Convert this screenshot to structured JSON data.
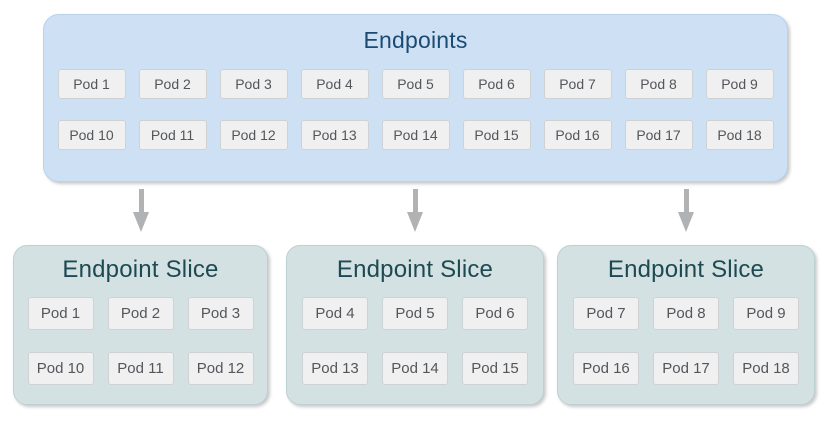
{
  "colors": {
    "background": "#ffffff",
    "endpoints_fill": "#cee1f4",
    "endpoints_title_text": "#1b4a73",
    "slice_fill": "#d3e1e3",
    "slice_title_text": "#1d4a52",
    "pod_fill": "#f0f0f1",
    "pod_border": "#cfd2d5",
    "pod_text": "#53565a",
    "arrow": "#b1b2b3"
  },
  "endpoints": {
    "title": "Endpoints",
    "pods": [
      "Pod 1",
      "Pod 2",
      "Pod 3",
      "Pod 4",
      "Pod 5",
      "Pod 6",
      "Pod 7",
      "Pod 8",
      "Pod 9",
      "Pod 10",
      "Pod 11",
      "Pod 12",
      "Pod 13",
      "Pod 14",
      "Pod 15",
      "Pod 16",
      "Pod 17",
      "Pod 18"
    ]
  },
  "arrows": [
    {
      "icon": "arrow-down-icon"
    },
    {
      "icon": "arrow-down-icon"
    },
    {
      "icon": "arrow-down-icon"
    }
  ],
  "slices": [
    {
      "title": "Endpoint Slice",
      "pods": [
        "Pod 1",
        "Pod 2",
        "Pod 3",
        "Pod 10",
        "Pod 11",
        "Pod 12"
      ]
    },
    {
      "title": "Endpoint Slice",
      "pods": [
        "Pod 4",
        "Pod 5",
        "Pod 6",
        "Pod 13",
        "Pod 14",
        "Pod 15"
      ]
    },
    {
      "title": "Endpoint Slice",
      "pods": [
        "Pod 7",
        "Pod 8",
        "Pod 9",
        "Pod 16",
        "Pod 17",
        "Pod 18"
      ]
    }
  ]
}
